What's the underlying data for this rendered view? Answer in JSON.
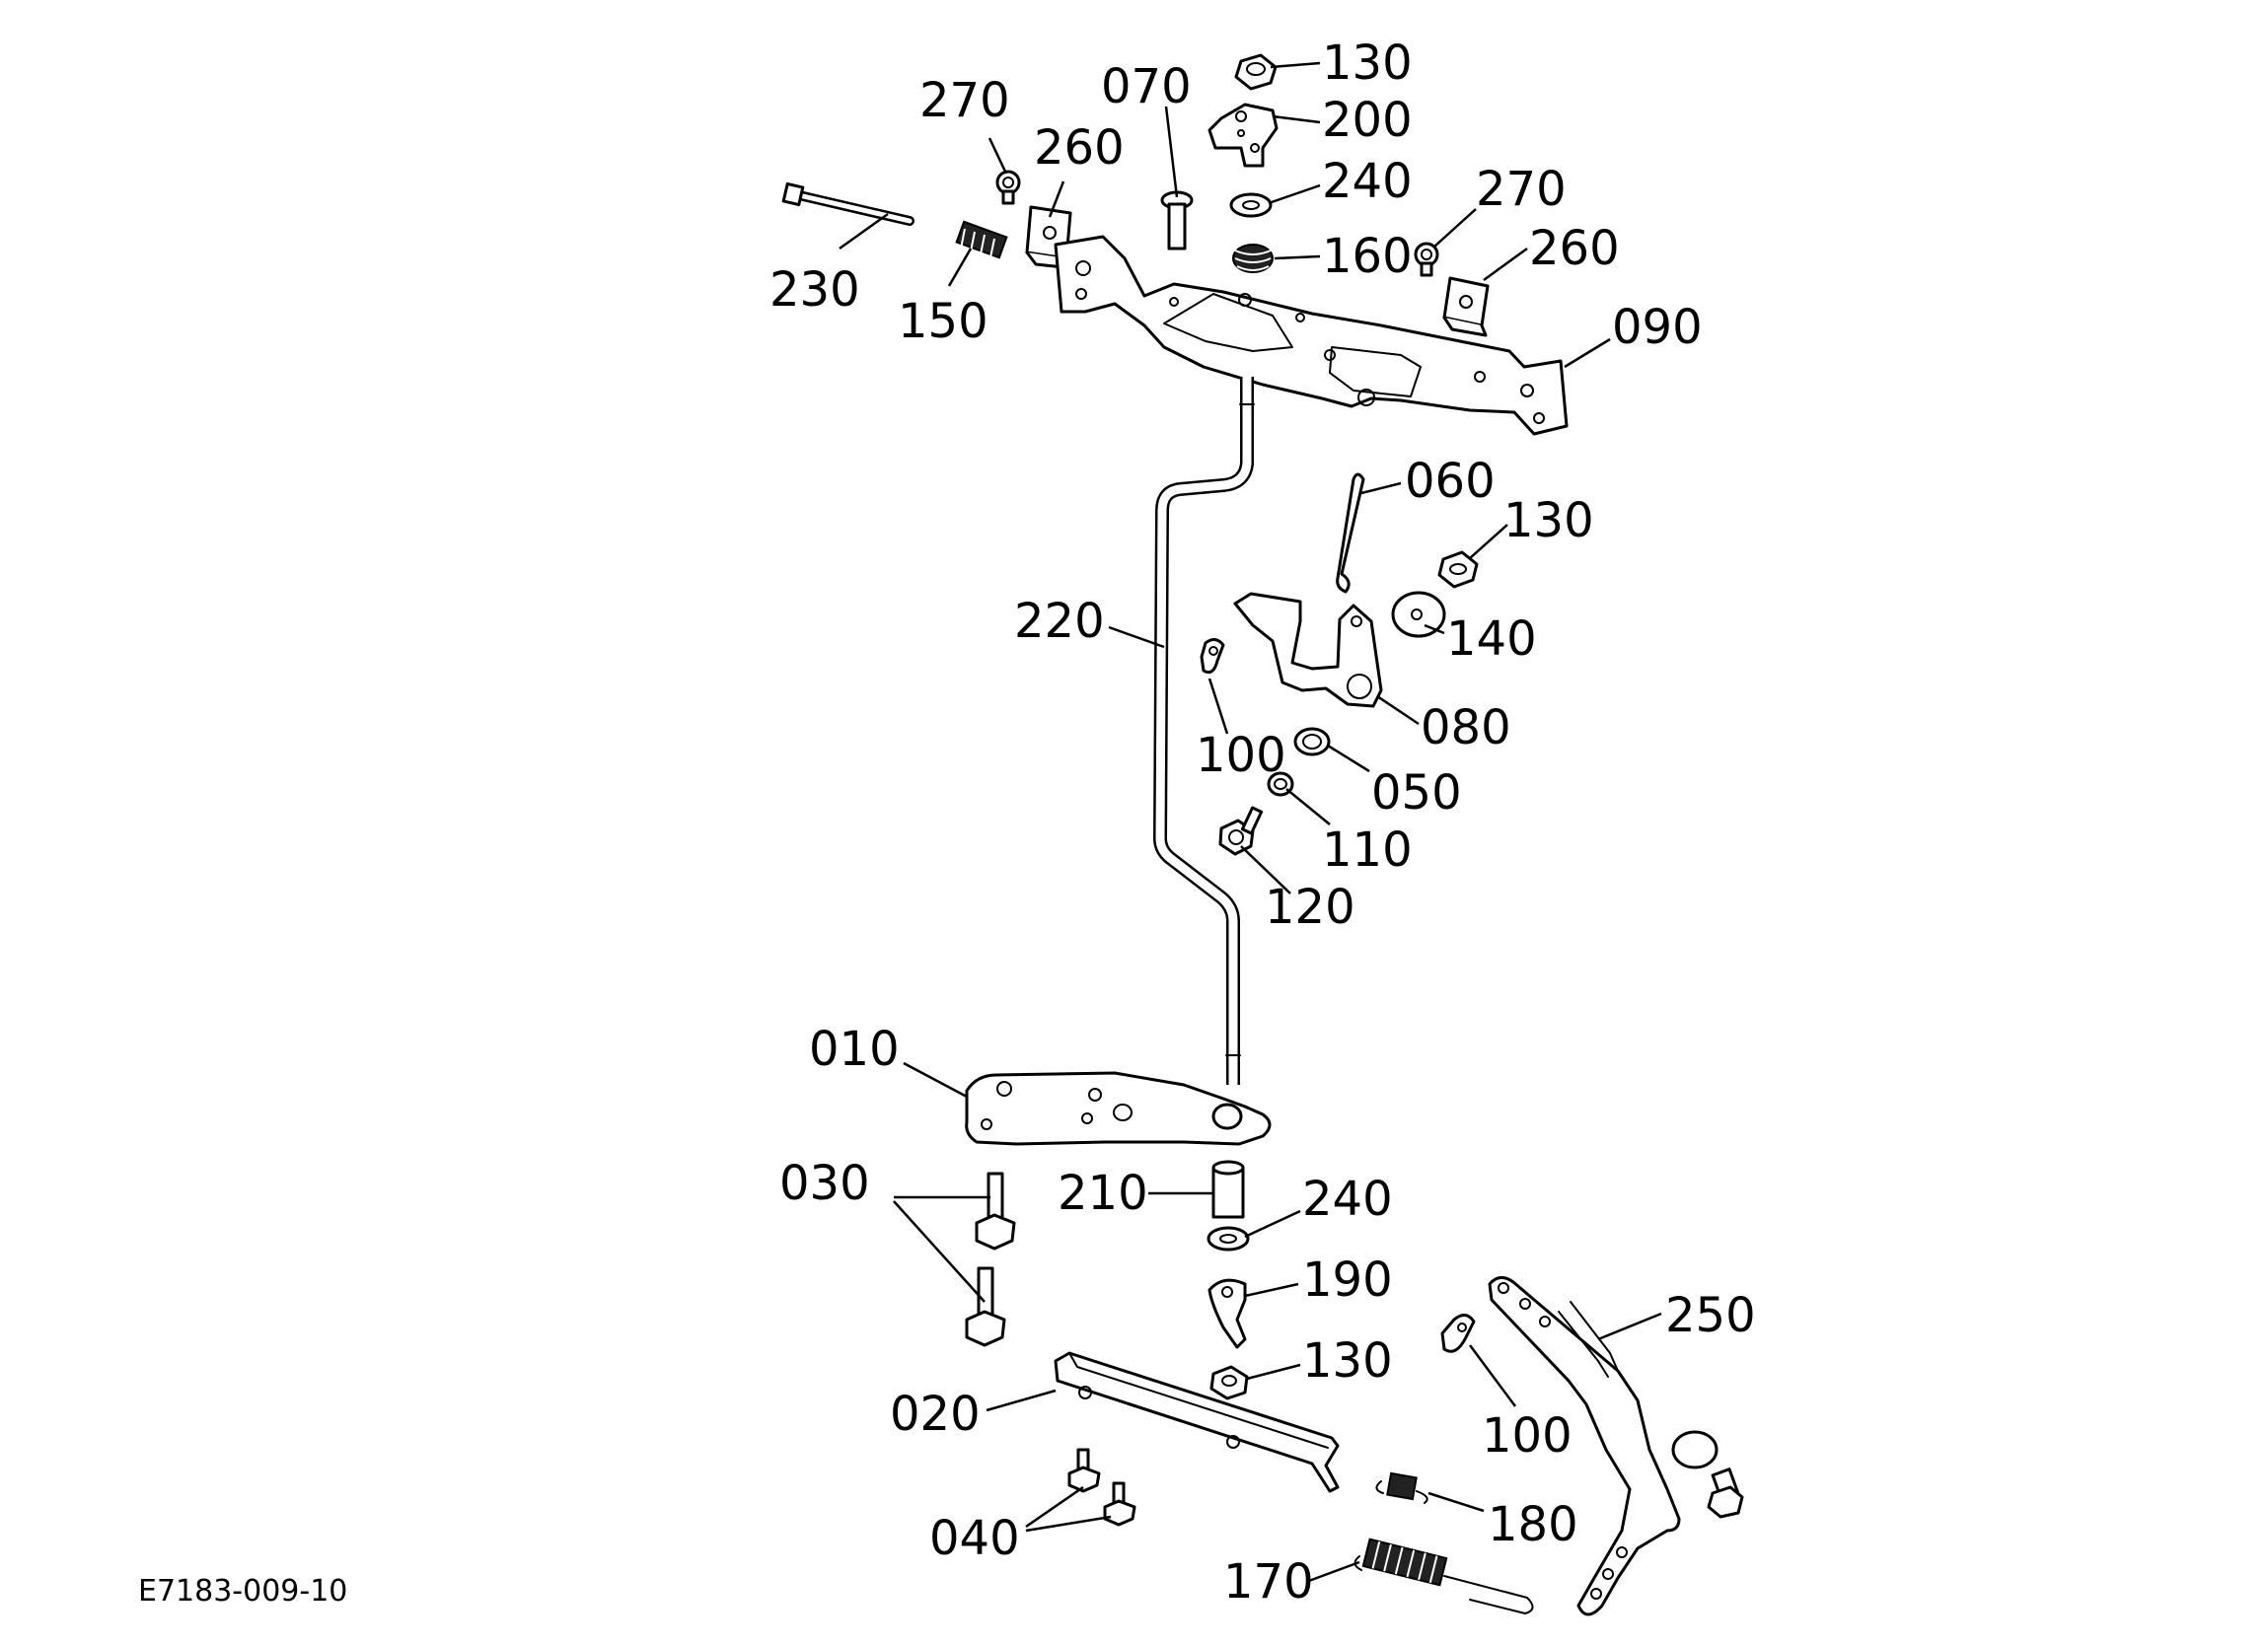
{
  "document_code": "E7183-009-10",
  "callouts": [
    {
      "id": "c130a",
      "label": "130"
    },
    {
      "id": "c070",
      "label": "070"
    },
    {
      "id": "c270a",
      "label": "270"
    },
    {
      "id": "c200",
      "label": "200"
    },
    {
      "id": "c260a",
      "label": "260"
    },
    {
      "id": "c240a",
      "label": "240"
    },
    {
      "id": "c270b",
      "label": "270"
    },
    {
      "id": "c160",
      "label": "160"
    },
    {
      "id": "c260b",
      "label": "260"
    },
    {
      "id": "c230",
      "label": "230"
    },
    {
      "id": "c090",
      "label": "090"
    },
    {
      "id": "c150",
      "label": "150"
    },
    {
      "id": "c060",
      "label": "060"
    },
    {
      "id": "c130b",
      "label": "130"
    },
    {
      "id": "c220",
      "label": "220"
    },
    {
      "id": "c140",
      "label": "140"
    },
    {
      "id": "c080",
      "label": "080"
    },
    {
      "id": "c100a",
      "label": "100"
    },
    {
      "id": "c050",
      "label": "050"
    },
    {
      "id": "c110",
      "label": "110"
    },
    {
      "id": "c120",
      "label": "120"
    },
    {
      "id": "c010",
      "label": "010"
    },
    {
      "id": "c030",
      "label": "030"
    },
    {
      "id": "c210",
      "label": "210"
    },
    {
      "id": "c240b",
      "label": "240"
    },
    {
      "id": "c190",
      "label": "190"
    },
    {
      "id": "c250",
      "label": "250"
    },
    {
      "id": "c130c",
      "label": "130"
    },
    {
      "id": "c020",
      "label": "020"
    },
    {
      "id": "c100b",
      "label": "100"
    },
    {
      "id": "c180",
      "label": "180"
    },
    {
      "id": "c040",
      "label": "040"
    },
    {
      "id": "c170",
      "label": "170"
    }
  ]
}
